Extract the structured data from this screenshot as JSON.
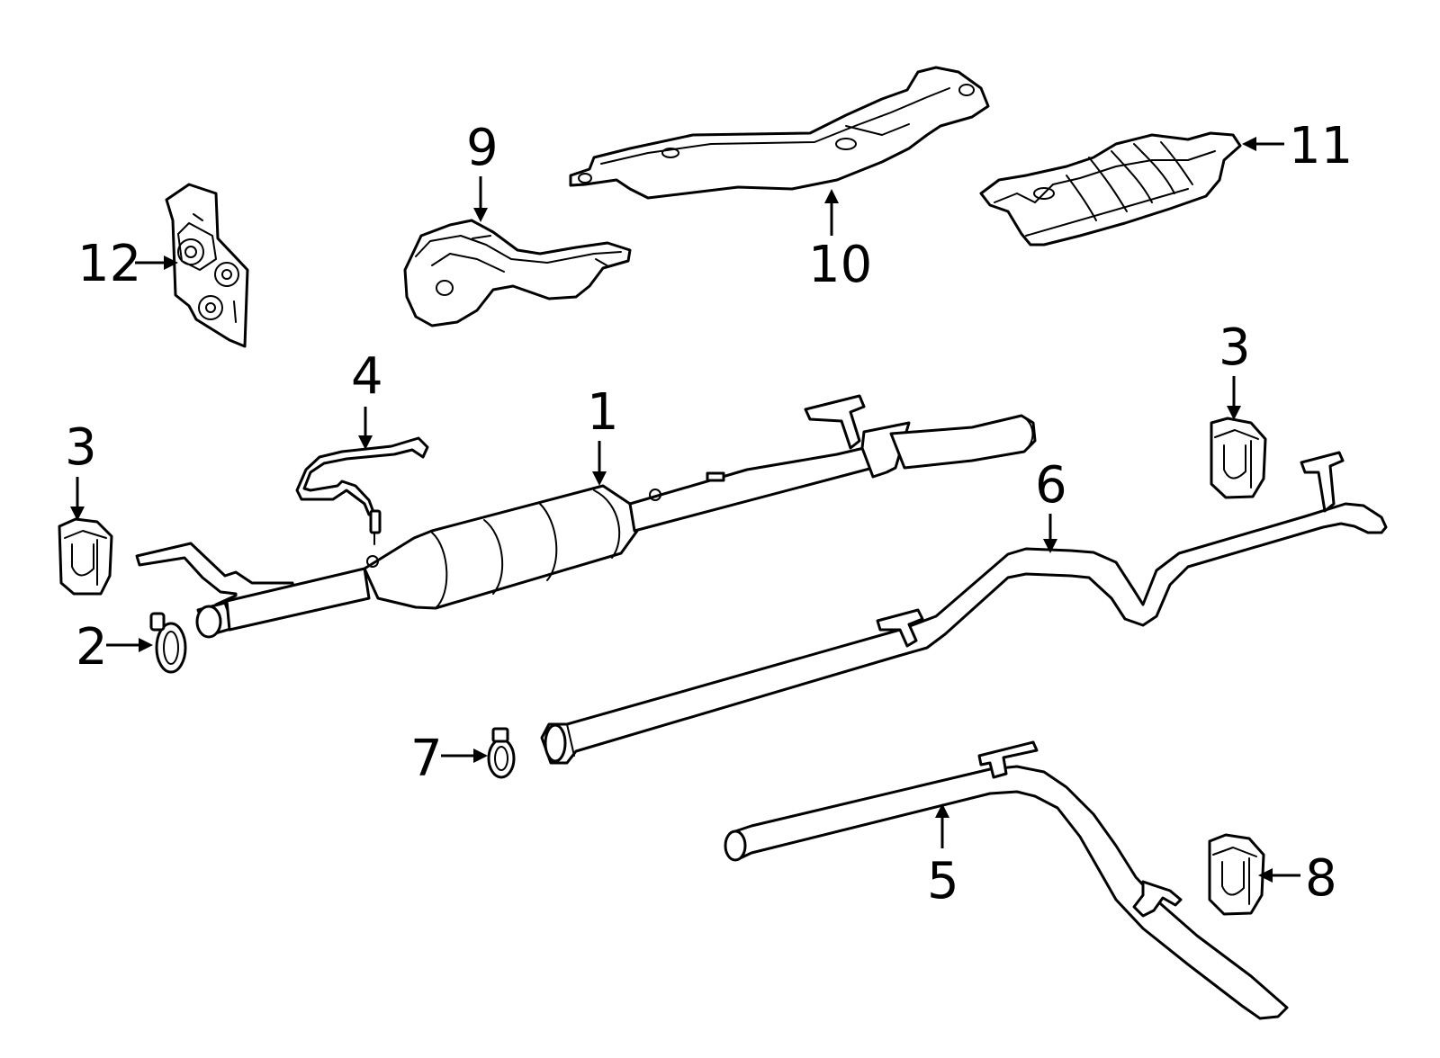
{
  "colors": {
    "background": "#ffffff",
    "line": "#000000"
  },
  "callouts": {
    "c1": "1",
    "c2": "2",
    "c3_left": "3",
    "c3_right": "3",
    "c4": "4",
    "c5": "5",
    "c6": "6",
    "c7": "7",
    "c8": "8",
    "c9": "9",
    "c10": "10",
    "c11": "11",
    "c12": "12"
  }
}
